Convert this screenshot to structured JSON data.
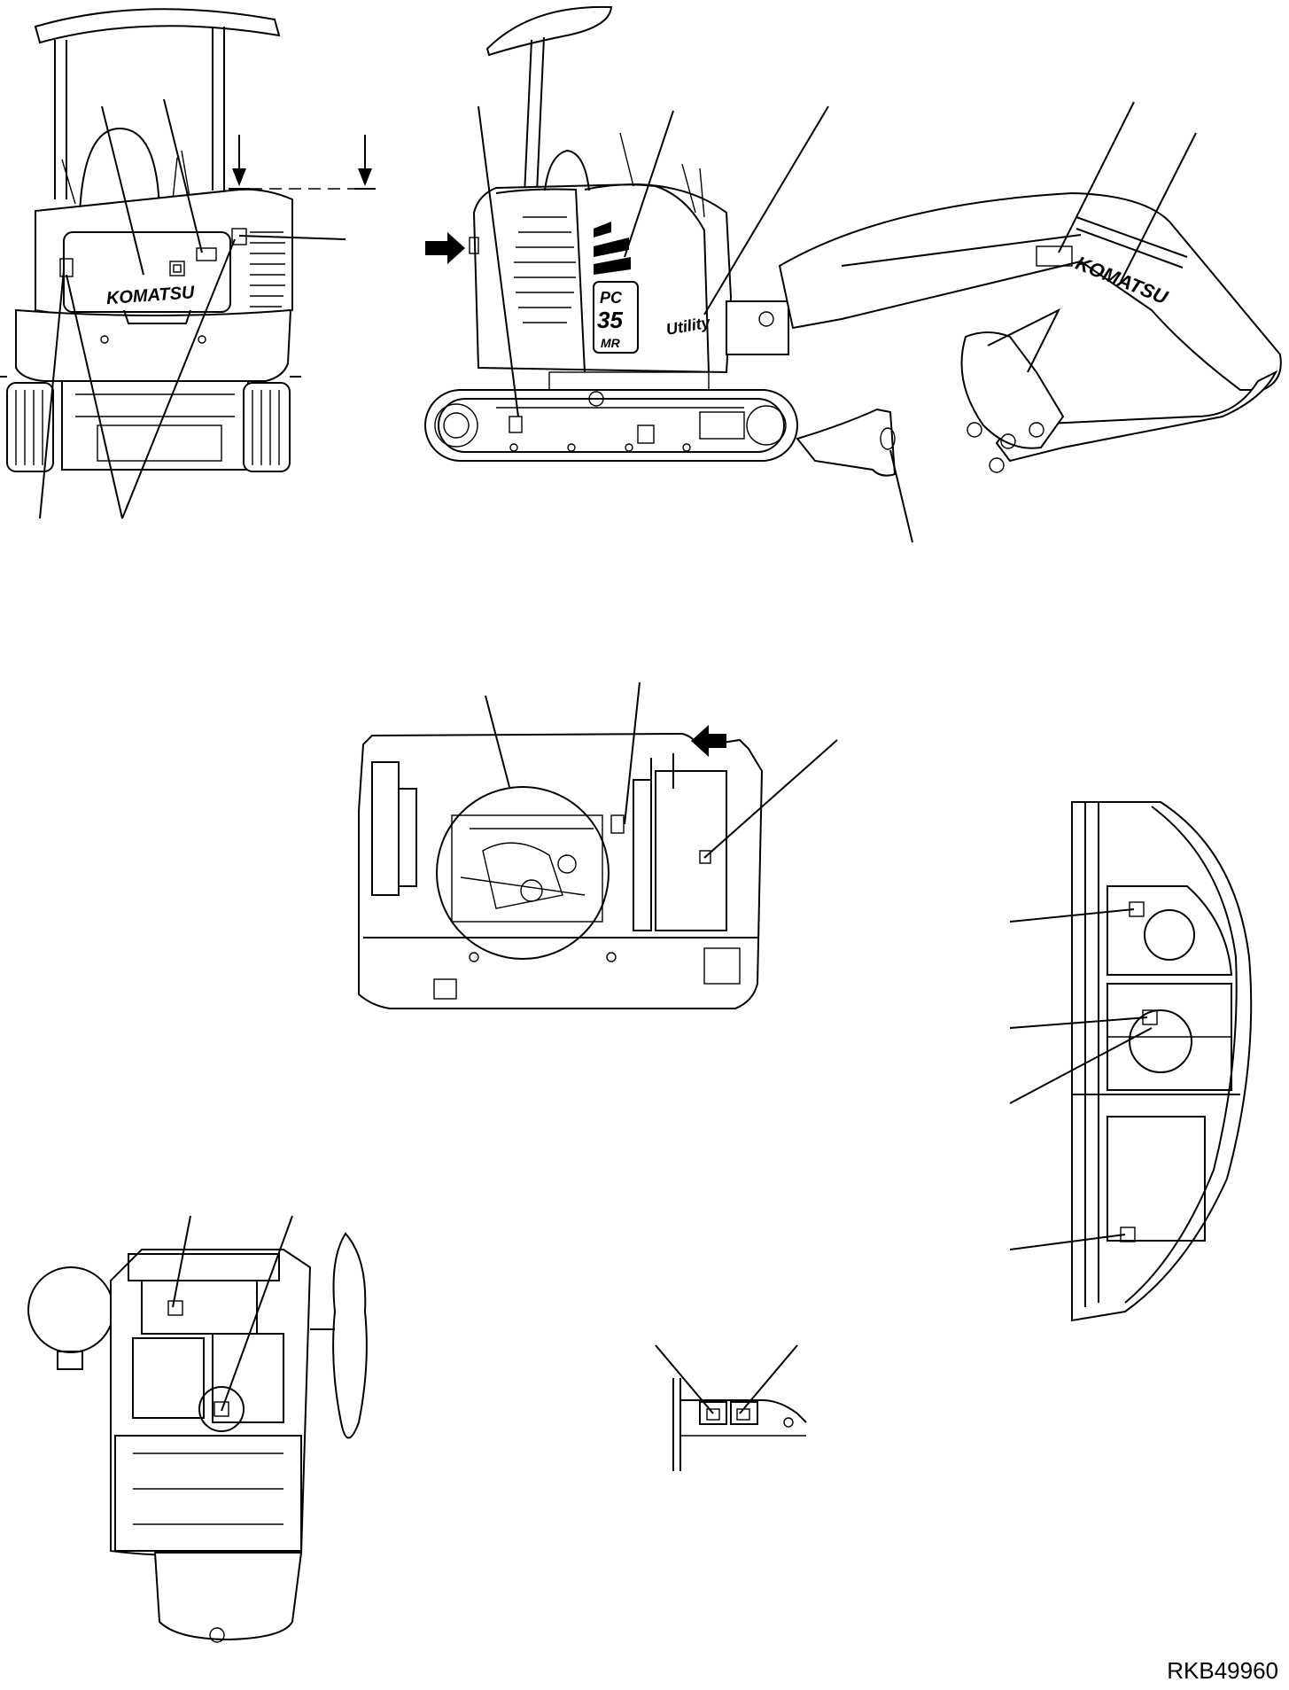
{
  "drawing": {
    "code": "RKB49960",
    "brand": "KOMATSU",
    "model_badge": {
      "line1": "PC",
      "line2": "35",
      "line3": "MR"
    },
    "script_badge": "Utility"
  }
}
